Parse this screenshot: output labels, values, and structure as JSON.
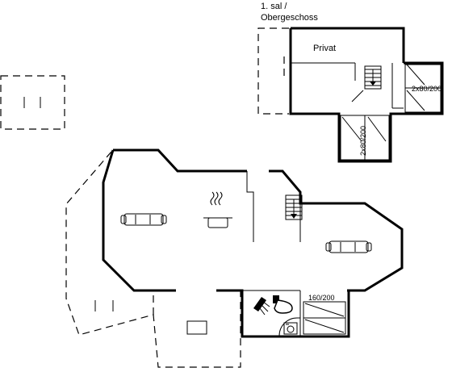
{
  "floor_label": {
    "line1": "1. sal /",
    "line2": "Obergeschoss"
  },
  "rooms": {
    "private_room": "Privat"
  },
  "beds": {
    "upper_right": "2x80/200",
    "upper_lower": "2x80/200",
    "ground": "160/200"
  },
  "icons": [
    "sofa-icon",
    "cooking-pot-icon",
    "shower-icon",
    "toilet-icon",
    "washing-machine-icon",
    "staircase-icon",
    "window-icon"
  ]
}
